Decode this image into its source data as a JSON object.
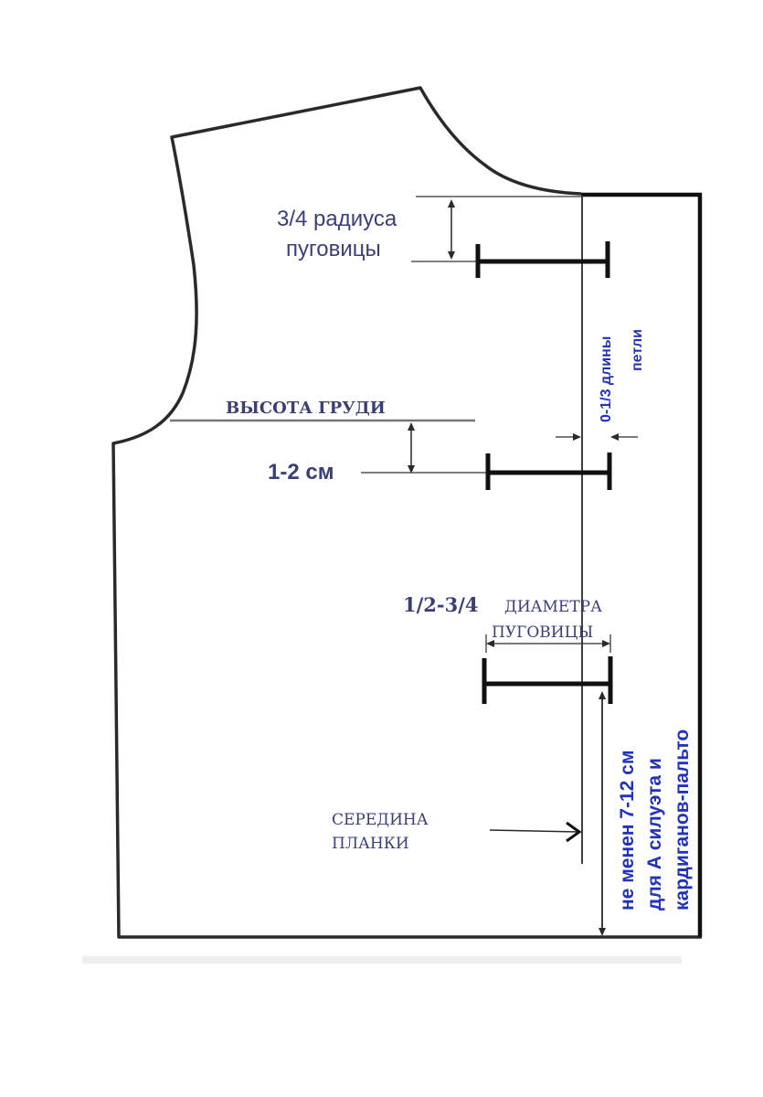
{
  "labels": {
    "button_offset_line1": "3/4 радиуса",
    "button_offset_line2": "пуговицы",
    "loop_extension_line1": "0-1/3 длины",
    "loop_extension_line2": "петли",
    "bust_height": "ВЫСОТА  ГРУДИ",
    "below_bust": "1-2 см",
    "diameter_part1": "1/2-3/4",
    "diameter_part2": "ДИАМЕТРА",
    "diameter_line2": "ПУГОВИЦЫ",
    "placket_center_line1": "СЕРЕДИНА",
    "placket_center_line2": "ПЛАНКИ",
    "bottom_distance_line1": "не менен 7-12 см",
    "bottom_distance_line2": "для А силуэта и",
    "bottom_distance_line3": "кардиганов-пальто"
  },
  "colors": {
    "label_blue": "#3a3f7a",
    "label_bright_blue": "#2233bb",
    "outline": "#2a2a2a",
    "background": "#ffffff"
  }
}
